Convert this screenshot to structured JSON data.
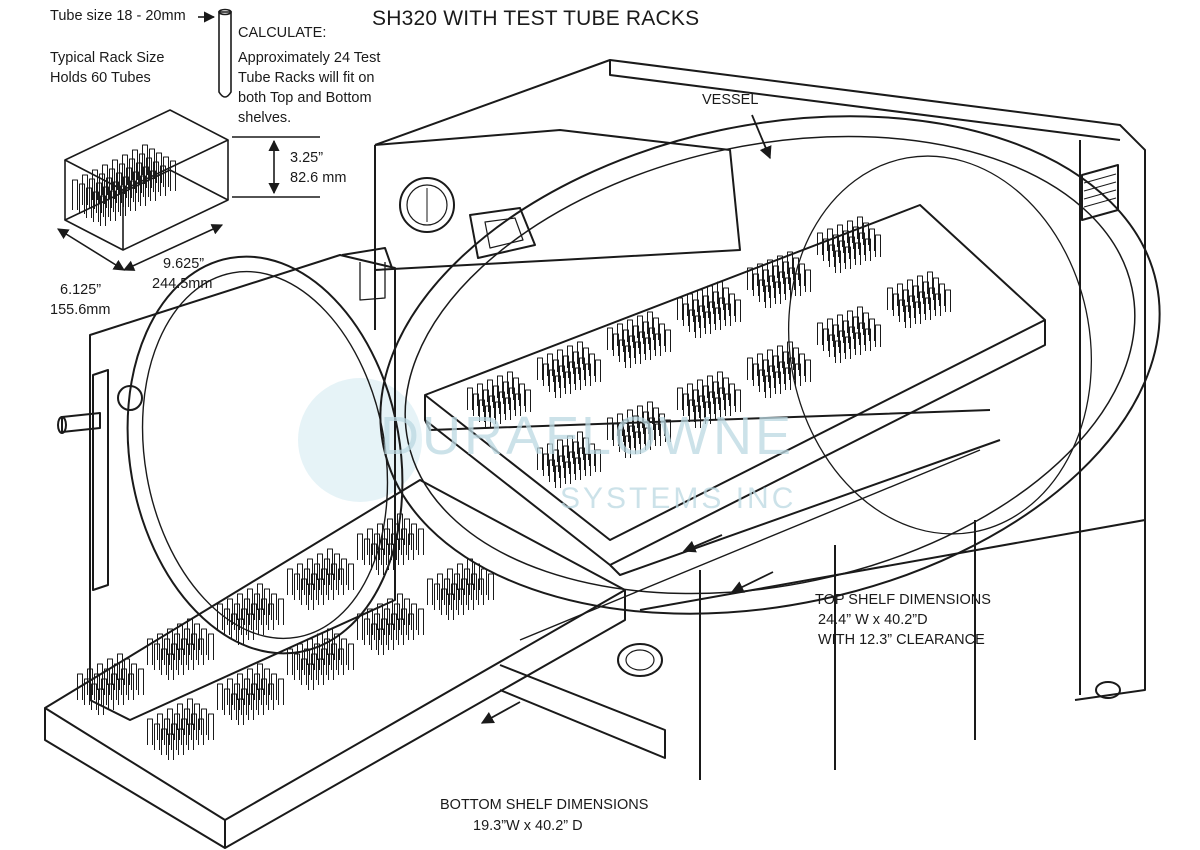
{
  "title": "SH320 WITH TEST TUBE RACKS",
  "tube_size": "Tube size 18 - 20mm",
  "calculate": {
    "heading": "CALCULATE:",
    "lines": [
      "Approximately 24 Test",
      "Tube Racks will fit on",
      "both Top and Bottom",
      "shelves."
    ]
  },
  "typical_rack": [
    "Typical Rack Size",
    "Holds 60 Tubes"
  ],
  "rack_height": [
    "3.25”",
    "82.6 mm"
  ],
  "rack_length": [
    "9.625”",
    "244.5mm"
  ],
  "rack_width": [
    "6.125”",
    "155.6mm"
  ],
  "vessel_label": "VESSEL",
  "top_shelf": [
    "TOP SHELF DIMENSIONS",
    "24.4” W x 40.2”D",
    "WITH 12.3” CLEARANCE"
  ],
  "bottom_shelf": [
    "BOTTOM SHELF DIMENSIONS",
    "19.3”W x 40.2” D"
  ],
  "watermark": [
    "DURAFLOWNE",
    "SYSTEMS INC"
  ],
  "colors": {
    "ink": "#1a1a1a",
    "watermark": "#bcd9e2",
    "background": "#ffffff"
  }
}
